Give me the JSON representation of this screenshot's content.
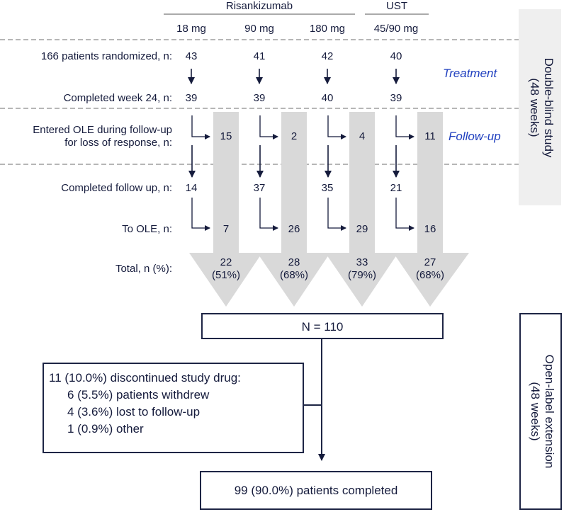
{
  "header": {
    "group1": "Risankizumab",
    "group2": "UST",
    "columns": [
      "18 mg",
      "90 mg",
      "180 mg",
      "45/90 mg"
    ]
  },
  "rows": {
    "randomized": {
      "label": "166 patients randomized, n:",
      "values": [
        "43",
        "41",
        "42",
        "40"
      ]
    },
    "completed_week24": {
      "label": "Completed week 24, n:",
      "values": [
        "39",
        "39",
        "40",
        "39"
      ]
    },
    "entered_ole": {
      "label_line1": "Entered OLE during follow-up",
      "label_line2": "for loss of response, n:",
      "values": [
        "15",
        "2",
        "4",
        "11"
      ]
    },
    "completed_followup": {
      "label": "Completed follow up, n:",
      "values": [
        "14",
        "37",
        "35",
        "21"
      ]
    },
    "to_ole": {
      "label": "To OLE, n:",
      "values": [
        "7",
        "26",
        "29",
        "16"
      ]
    },
    "total": {
      "label": "Total, n (%):",
      "values": [
        "22",
        "28",
        "33",
        "27"
      ],
      "percents": [
        "(51%)",
        "(68%)",
        "(79%)",
        "(68%)"
      ]
    }
  },
  "phases": {
    "treatment": "Treatment",
    "followup": "Follow-up"
  },
  "side_labels": {
    "double_blind": {
      "line1": "Double-blind study",
      "line2": "(48 weeks)"
    },
    "open_label": {
      "line1": "Open-label extension",
      "line2": "(48 weeks)"
    }
  },
  "boxes": {
    "n_total": "N = 110",
    "discontinued": {
      "title": "11 (10.0%) discontinued study drug:",
      "items": [
        "6 (5.5%) patients withdrew",
        "4 (3.6%) lost to follow-up",
        "1 (0.9%) other"
      ]
    },
    "completed": "99 (90.0%) patients completed"
  },
  "colors": {
    "text": "#151b3c",
    "accent_blue": "#1f3fbf",
    "gray_fill": "#d9d9d9",
    "side_panel": "#efefef",
    "dash": "#8a8a8a"
  }
}
